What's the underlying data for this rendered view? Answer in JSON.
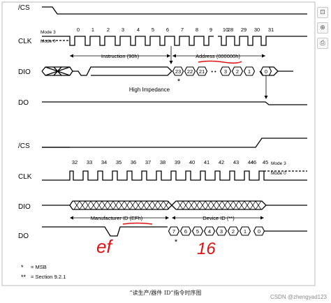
{
  "side_toolbar": [
    {
      "name": "select-icon",
      "glyph": "⊡"
    },
    {
      "name": "zoom-icon",
      "glyph": "⊕"
    },
    {
      "name": "print-icon",
      "glyph": "⎙"
    }
  ],
  "top_diagram": {
    "signals": {
      "cs": "/CS",
      "clk": "CLK",
      "dio": "DIO",
      "do": "DO"
    },
    "modes": {
      "mode3": "Mode 3",
      "mode0": "Mode 0"
    },
    "clock_numbers": [
      "0",
      "1",
      "2",
      "3",
      "4",
      "5",
      "6",
      "7",
      "8",
      "9",
      "10",
      "28",
      "29",
      "30",
      "31"
    ],
    "instruction_label": "Instruction (90h)",
    "address_label": "Address (000000h)",
    "dio_bits": [
      "23",
      "22",
      "21",
      "3",
      "2",
      "1",
      "0"
    ],
    "dio_bits_gap": "• •",
    "address_gap": "• •",
    "msb_mark": "*",
    "high_impedance": "High Impedance"
  },
  "bottom_diagram": {
    "signals": {
      "cs": "/CS",
      "clk": "CLK",
      "dio": "DIO",
      "do": "DO"
    },
    "modes": {
      "mode3": "Mode 3",
      "mode0": "Mode 0"
    },
    "clock_numbers": [
      "32",
      "33",
      "34",
      "35",
      "36",
      "37",
      "38",
      "39",
      "40",
      "41",
      "42",
      "43",
      "44",
      "45",
      "46"
    ],
    "manufacturer_label": "Manufacturer ID (EFh)",
    "device_label": "Device ID (**)",
    "do_bits": [
      "7",
      "6",
      "5",
      "4",
      "3",
      "2",
      "1",
      "0"
    ],
    "msb_mark": "*"
  },
  "annotations": {
    "manufacturer_value": "ef",
    "device_value": "16"
  },
  "legend": [
    {
      "symbol": "*",
      "text": "= MSB"
    },
    {
      "symbol": "**",
      "text": "= Section 9.2.1"
    }
  ],
  "caption": "“读生产/器件 ID”指令时序图",
  "watermark": "CSDN @zhengyad123",
  "colors": {
    "line": "#000000",
    "handwriting": "#e01010",
    "underline": "#e01010"
  }
}
